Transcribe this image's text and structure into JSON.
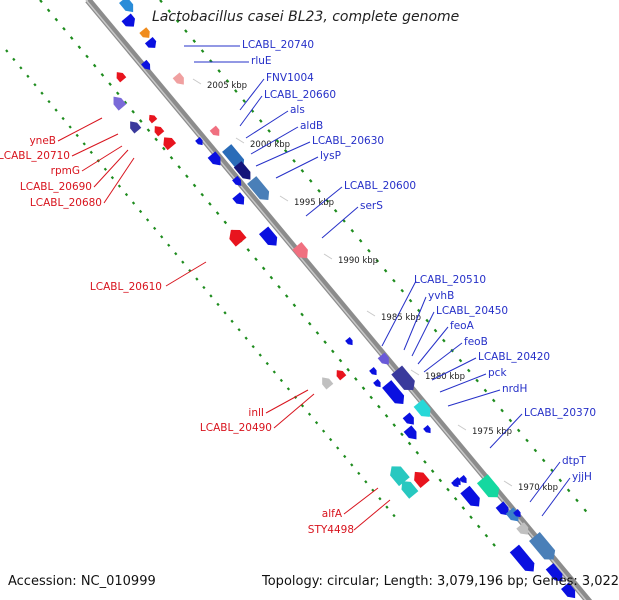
{
  "title": "Lactobacillus casei BL23, complete genome",
  "accession": "Accession: NC_010999",
  "summary": "Topology: circular; Length: 3,079,196 bp; Genes: 3,022",
  "colors": {
    "forward_cds": "#0a10e0",
    "reverse_cds": "#e8141e",
    "label_forward": "#2630c8",
    "label_reverse": "#d8141e",
    "gc_dots": "#1e8c1e",
    "backbone": "#8c8c8c"
  },
  "scale_labels": [
    "2005 kbp",
    "2000 kbp",
    "1995 kbp",
    "1990 kbp",
    "1985 kbp",
    "1980 kbp",
    "1975 kbp",
    "1970 kbp"
  ],
  "forward_gene_labels": [
    "LCABL_20740",
    "rluE",
    "FNV1004",
    "LCABL_20660",
    "als",
    "aldB",
    "LCABL_20630",
    "lysP",
    "LCABL_20600",
    "serS",
    "LCABL_20510",
    "yvhB",
    "LCABL_20450",
    "feoA",
    "feoB",
    "LCABL_20420",
    "pck",
    "nrdH",
    "LCABL_20370",
    "dtpT",
    "yjjH"
  ],
  "reverse_gene_labels": [
    "yneB",
    "LCABL_20710",
    "rpmG",
    "LCABL_20690",
    "LCABL_20680",
    "LCABL_20610",
    "inlI",
    "LCABL_20490",
    "alfA",
    "STY4498"
  ]
}
